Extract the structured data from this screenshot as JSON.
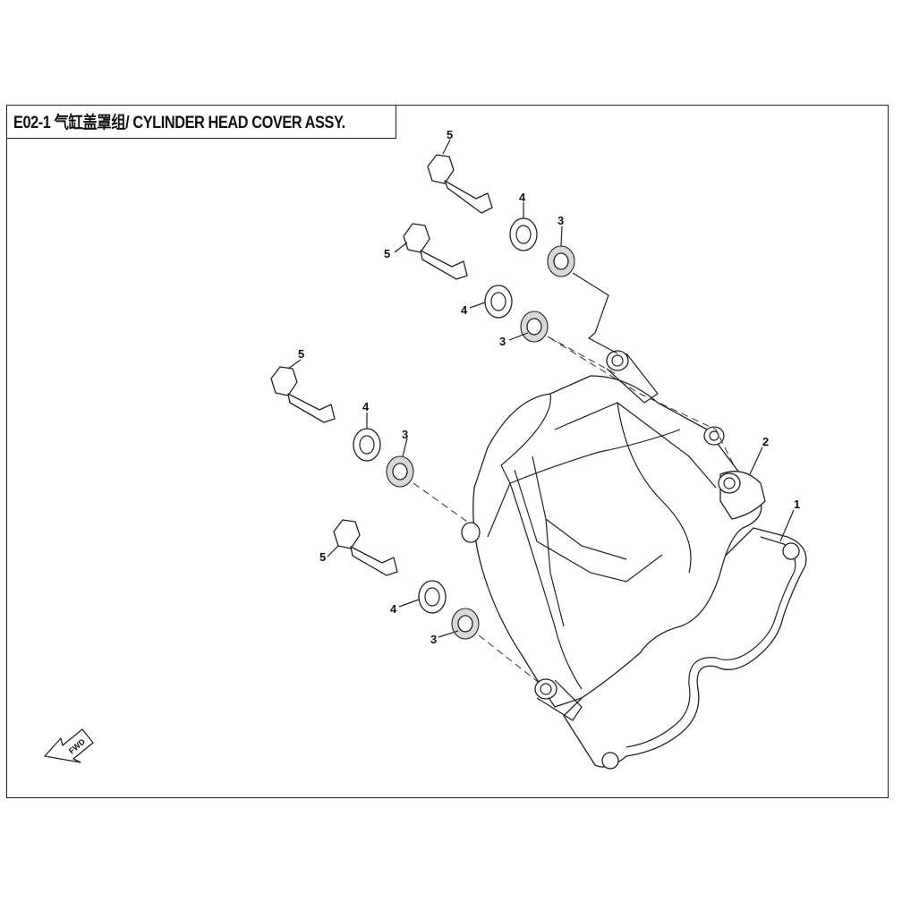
{
  "title": "E02-1 气缸盖罩组/ CYLINDER HEAD COVER ASSY.",
  "callouts": {
    "c1": "1",
    "c2": "2",
    "c3a": "3",
    "c3b": "3",
    "c3c": "3",
    "c3d": "3",
    "c4a": "4",
    "c4b": "4",
    "c4c": "4",
    "c4d": "4",
    "c5a": "5",
    "c5b": "5",
    "c5c": "5",
    "c5d": "5"
  },
  "fwd_label": "FWD"
}
